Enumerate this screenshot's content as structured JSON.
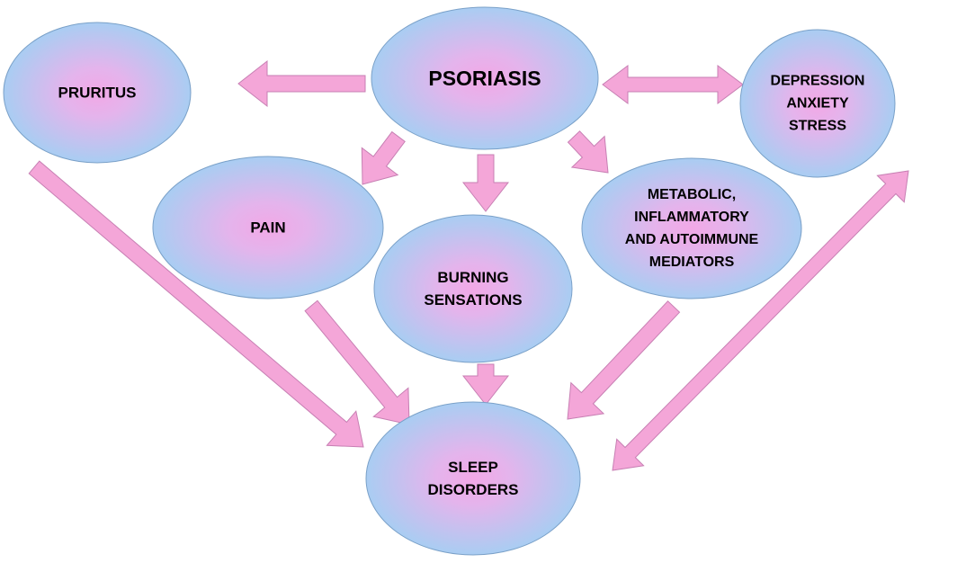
{
  "diagram": {
    "colors": {
      "node_center": "#f2a8e6",
      "node_edge": "#a9cdf2",
      "node_stroke": "#7aa0c8",
      "arrow_fill": "#f4a6d8",
      "arrow_stroke": "#c77fb3",
      "text": "#000000"
    },
    "nodes": {
      "psoriasis": {
        "label": [
          "PSORIASIS"
        ]
      },
      "pruritus": {
        "label": [
          "PRURITUS"
        ]
      },
      "depression": {
        "label": [
          "DEPRESSION",
          "ANXIETY",
          "STRESS"
        ]
      },
      "pain": {
        "label": [
          "PAIN"
        ]
      },
      "burning": {
        "label": [
          "BURNING",
          "SENSATIONS"
        ]
      },
      "metabolic": {
        "label": [
          "METABOLIC,",
          "INFLAMMATORY",
          "AND AUTOIMMUNE",
          "MEDIATORS"
        ]
      },
      "sleep": {
        "label": [
          "SLEEP",
          "DISORDERS"
        ]
      }
    },
    "edges": [
      {
        "id": "psoriasis-to-pruritus",
        "from": "psoriasis",
        "to": "pruritus",
        "double": false
      },
      {
        "id": "psoriasis-depression",
        "from": "psoriasis",
        "to": "depression",
        "double": true
      },
      {
        "id": "psoriasis-to-pain",
        "from": "psoriasis",
        "to": "pain",
        "double": false
      },
      {
        "id": "psoriasis-to-burning",
        "from": "psoriasis",
        "to": "burning",
        "double": false
      },
      {
        "id": "psoriasis-to-metabolic",
        "from": "psoriasis",
        "to": "metabolic",
        "double": false
      },
      {
        "id": "pruritus-to-sleep",
        "from": "pruritus",
        "to": "sleep",
        "double": false
      },
      {
        "id": "pain-to-sleep",
        "from": "pain",
        "to": "sleep",
        "double": false
      },
      {
        "id": "burning-to-sleep",
        "from": "burning",
        "to": "sleep",
        "double": false
      },
      {
        "id": "metabolic-to-sleep",
        "from": "metabolic",
        "to": "sleep",
        "double": false
      },
      {
        "id": "sleep-depression",
        "from": "sleep",
        "to": "depression",
        "double": true
      }
    ]
  }
}
